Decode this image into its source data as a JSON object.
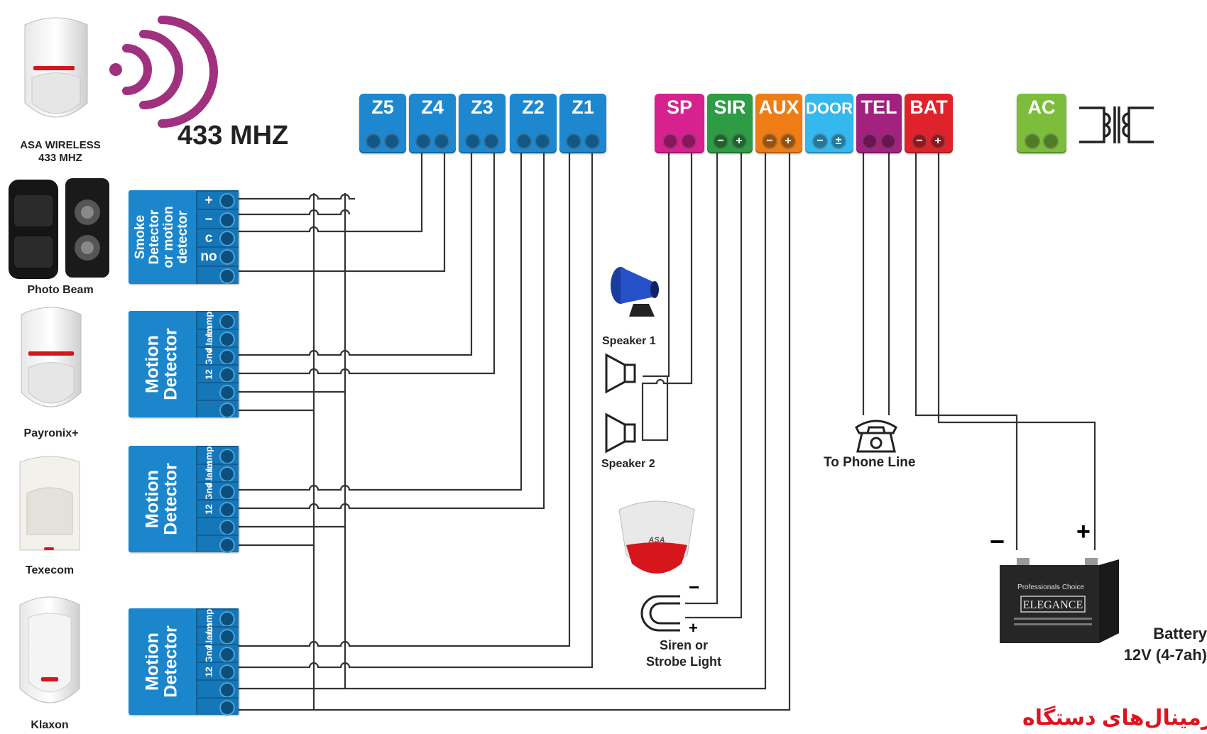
{
  "wireless": {
    "device_label": "ASA WIRELESS\n433 MHZ",
    "frequency": "433 MHZ"
  },
  "sensors": [
    {
      "label": "Photo Beam"
    },
    {
      "label": "Payronix+"
    },
    {
      "label": "Texecom"
    },
    {
      "label": "Klaxon"
    }
  ],
  "zone_terminals": [
    "Z5",
    "Z4",
    "Z3",
    "Z2",
    "Z1"
  ],
  "output_terminals": [
    {
      "label": "SP",
      "color": "#d6218f",
      "screws": [
        "",
        ""
      ]
    },
    {
      "label": "SIR",
      "color": "#2e9b45",
      "screws": [
        "−",
        "+"
      ]
    },
    {
      "label": "AUX",
      "color": "#ee7d16",
      "screws": [
        "−",
        "+"
      ]
    },
    {
      "label": "DOOR",
      "color": "#34b8ee",
      "screws": [
        "−",
        "±"
      ]
    },
    {
      "label": "TEL",
      "color": "#a3217f",
      "screws": [
        "",
        ""
      ]
    },
    {
      "label": "BAT",
      "color": "#e0232b",
      "screws": [
        "−",
        "+"
      ]
    }
  ],
  "ac_terminal": {
    "label": "AC",
    "color": "#7cbd3c"
  },
  "zone_color": "#1d88d0",
  "detectors": [
    {
      "title": "Smoke\nDetector\nor motion\ndetector",
      "pins": [
        "+",
        "−",
        "c",
        "no",
        ""
      ]
    },
    {
      "title": "Motion\nDetector",
      "pins": [
        "Lampe",
        "Alarm",
        "Gnd",
        "12",
        "",
        ""
      ]
    },
    {
      "title": "Motion\nDetector",
      "pins": [
        "Lampe",
        "Alarm",
        "Gnd",
        "12",
        "",
        ""
      ]
    },
    {
      "title": "Motion\nDetector",
      "pins": [
        "Lampe",
        "Alarm",
        "Gnd",
        "12",
        "",
        ""
      ]
    }
  ],
  "labels": {
    "speaker1": "Speaker 1",
    "speaker2": "Speaker 2",
    "siren": "Siren or\nStrobe Light",
    "siren_minus": "−",
    "siren_plus": "+",
    "phone": "To Phone Line",
    "battery_minus": "−",
    "battery_plus": "+",
    "battery": "Battery\n12V (4-7ah)",
    "siren_brand": "ASA",
    "battery_brand": "ELEGANCE",
    "battery_top": "Professionals Choice",
    "footer_rtl": "ترمینال‌های دستگاه"
  }
}
